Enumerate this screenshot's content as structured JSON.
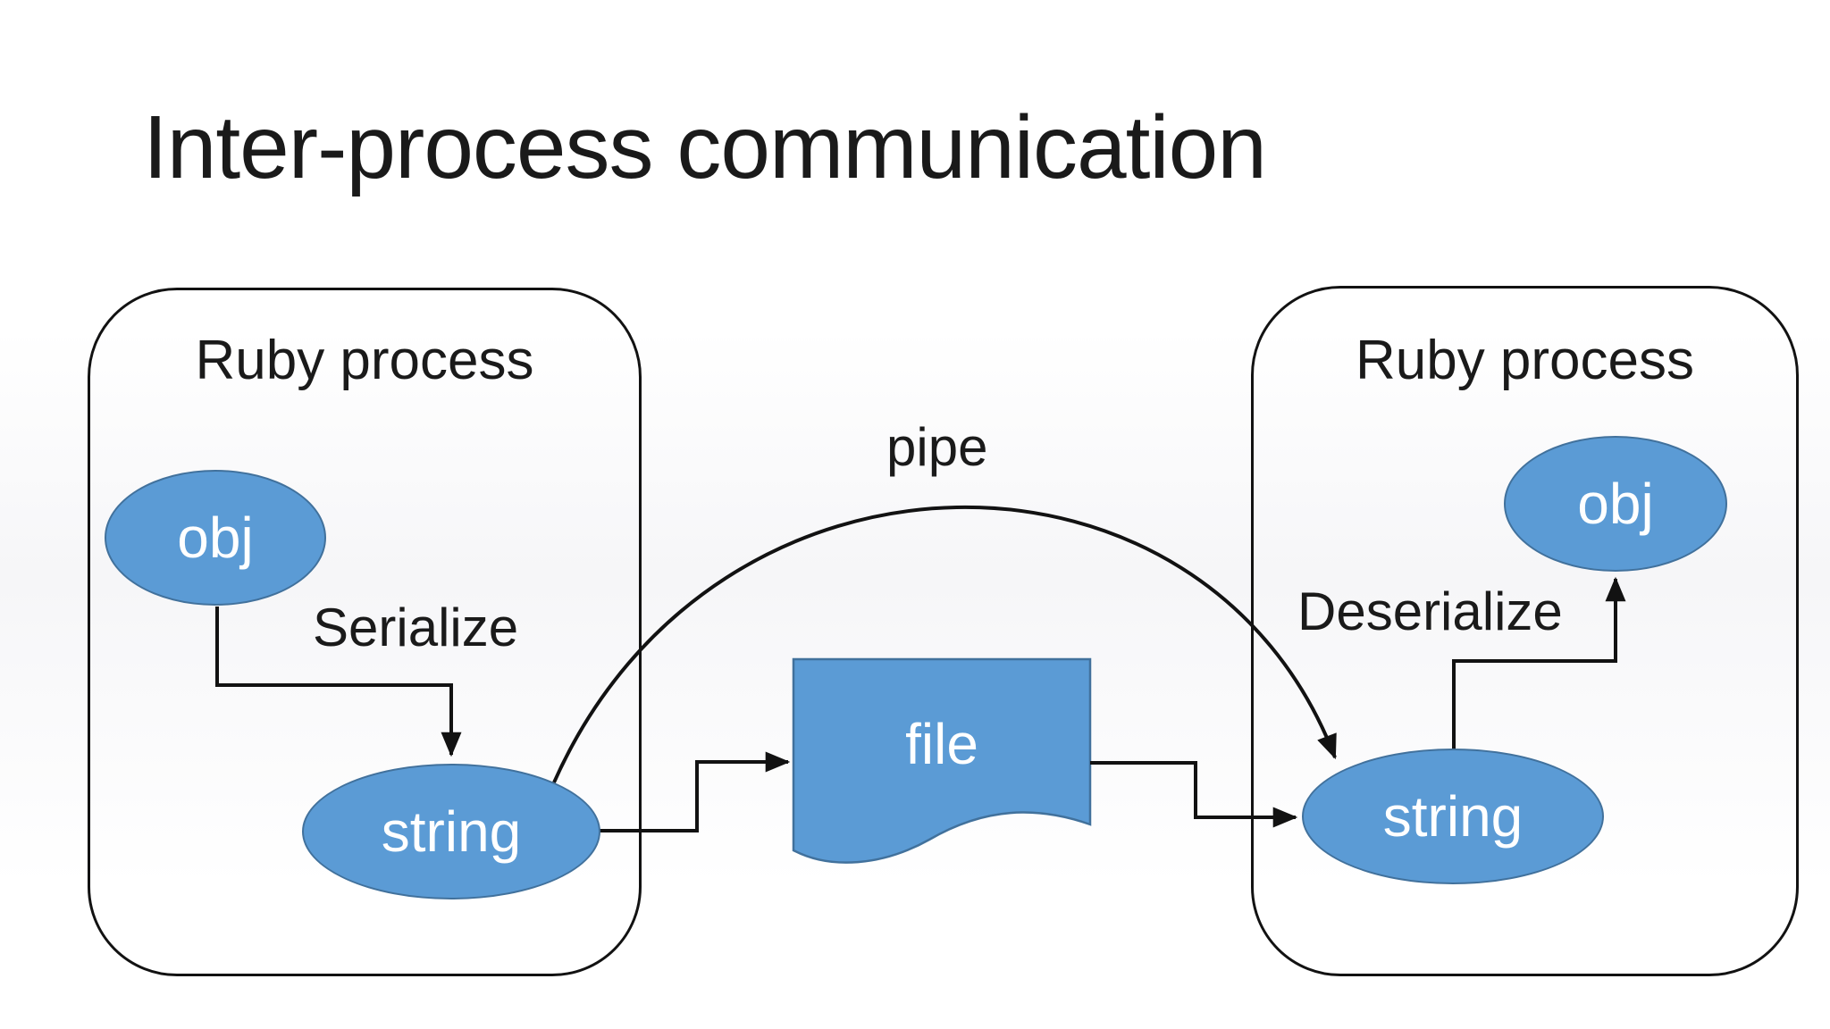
{
  "slide": {
    "title": "Inter-process communication"
  },
  "left_process": {
    "title": "Ruby process",
    "obj_label": "obj",
    "string_label": "string",
    "action_label": "Serialize"
  },
  "right_process": {
    "title": "Ruby process",
    "obj_label": "obj",
    "string_label": "string",
    "action_label": "Deserialize"
  },
  "channel": {
    "pipe_label": "pipe",
    "file_label": "file"
  },
  "colors": {
    "shape_fill": "#5b9bd5",
    "shape_stroke": "#41719c",
    "line_color": "#121212",
    "text_color": "#1a1a1a",
    "shape_text_color": "#ffffff",
    "background": "#ffffff"
  }
}
